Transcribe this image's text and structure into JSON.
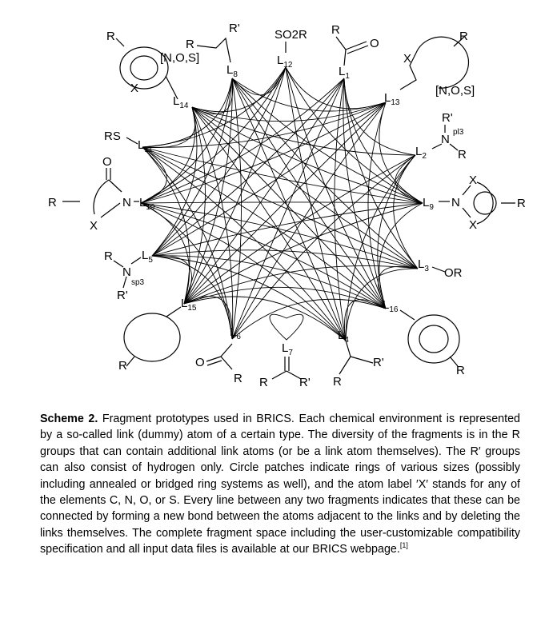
{
  "fragments": {
    "L1": {
      "link": "L",
      "sub": "1",
      "groups": [
        "R",
        "O"
      ]
    },
    "L2": {
      "link": "L",
      "sub": "2",
      "groups": [
        "R'",
        "N",
        "pl3",
        "R"
      ]
    },
    "L3": {
      "link": "L",
      "sub": "3",
      "groups": [
        "OR"
      ]
    },
    "L4": {
      "link": "L",
      "sub": "4",
      "groups": [
        "R'",
        "R"
      ]
    },
    "L5": {
      "link": "L",
      "sub": "5",
      "groups": [
        "R",
        "N",
        "sp3",
        "R'"
      ]
    },
    "L6": {
      "link": "L",
      "sub": "6",
      "groups": [
        "O",
        "R"
      ]
    },
    "L7": {
      "link": "L",
      "sub": "7",
      "groups": [
        "R",
        "R'"
      ]
    },
    "L8": {
      "link": "L",
      "sub": "8",
      "groups": [
        "R'",
        "R"
      ]
    },
    "L9": {
      "link": "L",
      "sub": "9",
      "groups": [
        "N",
        "X",
        "X",
        "R"
      ]
    },
    "L10": {
      "link": "L",
      "sub": "10",
      "groups": [
        "O",
        "N",
        "X",
        "R"
      ]
    },
    "L11": {
      "link": "L",
      "sub": "11",
      "groups": [
        "RS"
      ]
    },
    "L12": {
      "link": "L",
      "sub": "12",
      "groups": [
        "SO2R"
      ]
    },
    "L13": {
      "link": "L",
      "sub": "13",
      "groups": [
        "R",
        "X",
        "[N,O,S]"
      ]
    },
    "L14": {
      "link": "L",
      "sub": "14",
      "groups": [
        "R",
        "[N,O,S]",
        "X"
      ]
    },
    "L15": {
      "link": "L",
      "sub": "15",
      "groups": [
        "R"
      ]
    },
    "L16": {
      "link": "L",
      "sub": "16",
      "groups": [
        "R"
      ]
    }
  },
  "edges": [
    [
      "L1",
      "L2"
    ],
    [
      "L1",
      "L3"
    ],
    [
      "L1",
      "L4"
    ],
    [
      "L1",
      "L5"
    ],
    [
      "L1",
      "L6"
    ],
    [
      "L1",
      "L9"
    ],
    [
      "L1",
      "L10"
    ],
    [
      "L1",
      "L15"
    ],
    [
      "L1",
      "L16"
    ],
    [
      "L2",
      "L3"
    ],
    [
      "L2",
      "L4"
    ],
    [
      "L2",
      "L6"
    ],
    [
      "L2",
      "L9"
    ],
    [
      "L2",
      "L14"
    ],
    [
      "L2",
      "L15"
    ],
    [
      "L2",
      "L16"
    ],
    [
      "L3",
      "L4"
    ],
    [
      "L3",
      "L5"
    ],
    [
      "L3",
      "L8"
    ],
    [
      "L3",
      "L10"
    ],
    [
      "L3",
      "L11"
    ],
    [
      "L3",
      "L14"
    ],
    [
      "L3",
      "L15"
    ],
    [
      "L3",
      "L16"
    ],
    [
      "L4",
      "L5"
    ],
    [
      "L4",
      "L8"
    ],
    [
      "L4",
      "L10"
    ],
    [
      "L4",
      "L11"
    ],
    [
      "L4",
      "L12"
    ],
    [
      "L4",
      "L14"
    ],
    [
      "L4",
      "L15"
    ],
    [
      "L4",
      "L16"
    ],
    [
      "L5",
      "L6"
    ],
    [
      "L5",
      "L8"
    ],
    [
      "L5",
      "L9"
    ],
    [
      "L5",
      "L12"
    ],
    [
      "L5",
      "L13"
    ],
    [
      "L5",
      "L14"
    ],
    [
      "L5",
      "L15"
    ],
    [
      "L5",
      "L16"
    ],
    [
      "L6",
      "L8"
    ],
    [
      "L6",
      "L10"
    ],
    [
      "L6",
      "L11"
    ],
    [
      "L6",
      "L13"
    ],
    [
      "L6",
      "L14"
    ],
    [
      "L6",
      "L15"
    ],
    [
      "L6",
      "L16"
    ],
    [
      "L7",
      "L7"
    ],
    [
      "L8",
      "L9"
    ],
    [
      "L8",
      "L10"
    ],
    [
      "L8",
      "L11"
    ],
    [
      "L8",
      "L12"
    ],
    [
      "L8",
      "L13"
    ],
    [
      "L8",
      "L14"
    ],
    [
      "L8",
      "L15"
    ],
    [
      "L8",
      "L16"
    ],
    [
      "L9",
      "L10"
    ],
    [
      "L9",
      "L11"
    ],
    [
      "L9",
      "L12"
    ],
    [
      "L9",
      "L13"
    ],
    [
      "L9",
      "L14"
    ],
    [
      "L9",
      "L15"
    ],
    [
      "L9",
      "L16"
    ],
    [
      "L10",
      "L11"
    ],
    [
      "L10",
      "L12"
    ],
    [
      "L10",
      "L13"
    ],
    [
      "L10",
      "L14"
    ],
    [
      "L10",
      "L15"
    ],
    [
      "L10",
      "L16"
    ],
    [
      "L11",
      "L12"
    ],
    [
      "L11",
      "L13"
    ],
    [
      "L11",
      "L14"
    ],
    [
      "L11",
      "L15"
    ],
    [
      "L11",
      "L16"
    ],
    [
      "L12",
      "L13"
    ],
    [
      "L12",
      "L14"
    ],
    [
      "L12",
      "L15"
    ],
    [
      "L12",
      "L16"
    ],
    [
      "L13",
      "L14"
    ],
    [
      "L13",
      "L15"
    ],
    [
      "L13",
      "L16"
    ],
    [
      "L14",
      "L15"
    ],
    [
      "L14",
      "L16"
    ],
    [
      "L15",
      "L16"
    ]
  ],
  "caption": {
    "label": "Scheme 2.",
    "text": " Fragment prototypes used in BRICS. Each chemical environment is represented by a so-called link (dummy) atom of a certain type. The diversity of the fragments is in the R groups that can contain additional link atoms (or be a link atom themselves). The R′ groups can also consist of hydrogen only. Circle patches indicate rings of various sizes (possibly including annealed or bridged ring systems as well), and the atom label ′X′ stands for any of the elements C, N, O, or S. Every line between any two fragments indicates that these can be connected by forming a new bond between the atoms adjacent to the links and by deleting the links themselves. The complete fragment space including the user-customizable compatibility specification and all input data files is available at our BRICS webpage.",
    "ref": "[1]"
  }
}
